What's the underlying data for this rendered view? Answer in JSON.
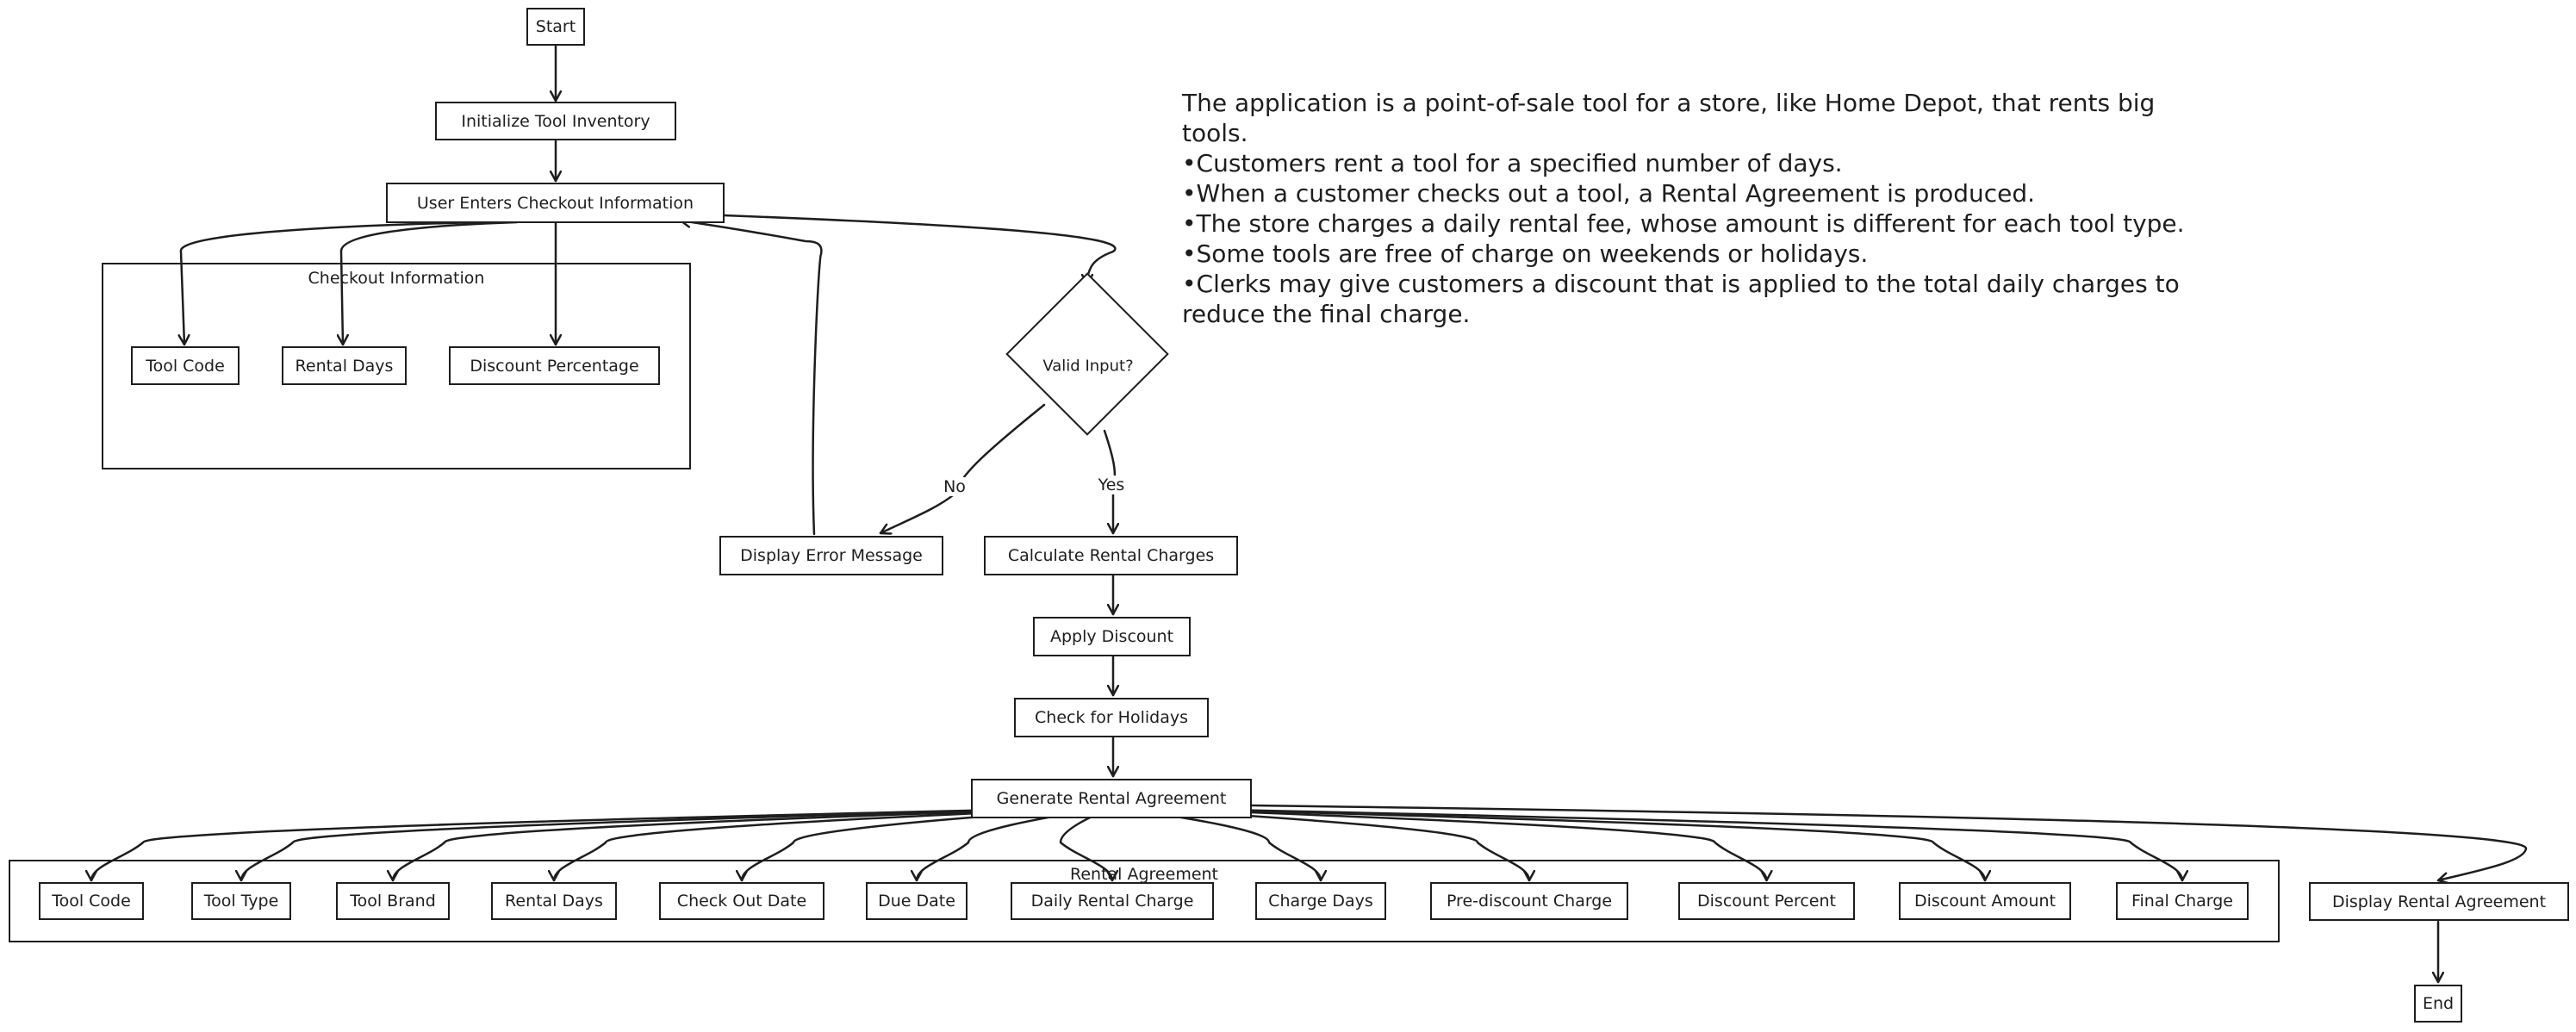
{
  "nodes": {
    "start": "Start",
    "init": "Initialize Tool Inventory",
    "enter": "User Enters Checkout Information",
    "valid": "Valid Input?",
    "error": "Display Error Message",
    "calc": "Calculate Rental Charges",
    "apply": "Apply Discount",
    "holidays": "Check for Holidays",
    "generate": "Generate Rental Agreement",
    "display": "Display Rental Agreement",
    "end": "End"
  },
  "checkout_group": {
    "title": "Checkout Information",
    "items": [
      "Tool Code",
      "Rental Days",
      "Discount Percentage"
    ]
  },
  "agreement_group": {
    "title": "Rental Agreement",
    "items": [
      "Tool Code",
      "Tool Type",
      "Tool Brand",
      "Rental Days",
      "Check Out Date",
      "Due Date",
      "Daily Rental Charge",
      "Charge Days",
      "Pre-discount Charge",
      "Discount Percent",
      "Discount Amount",
      "Final Charge"
    ]
  },
  "edges": {
    "no": "No",
    "yes": "Yes"
  },
  "description": {
    "intro": "The application is a point-of-sale tool for a store, like Home Depot, that rents big tools.",
    "bullets": [
      "Customers rent a tool for a specified number of days.",
      "When a customer checks out a tool, a Rental Agreement is produced.",
      "The store charges a daily rental fee, whose amount is different for each tool type.",
      "Some tools are free of charge on weekends or holidays.",
      "Clerks may give customers a discount that is applied to the total daily charges to reduce the final charge."
    ]
  }
}
